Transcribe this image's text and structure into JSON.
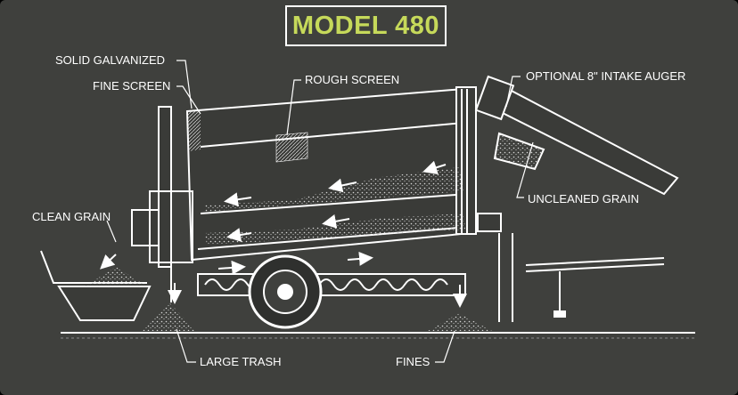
{
  "title": "MODEL 480",
  "labels": {
    "solid_galvanized": "SOLID GALVANIZED",
    "fine_screen": "FINE SCREEN",
    "rough_screen": "ROUGH SCREEN",
    "intake_auger": "OPTIONAL 8\" INTAKE AUGER",
    "uncleaned_grain": "UNCLEANED GRAIN",
    "clean_grain": "CLEAN GRAIN",
    "large_trash": "LARGE TRASH",
    "fines": "FINES"
  },
  "colors": {
    "background": "#3f403d",
    "title": "#c6d95a",
    "line": "#ffffff"
  }
}
